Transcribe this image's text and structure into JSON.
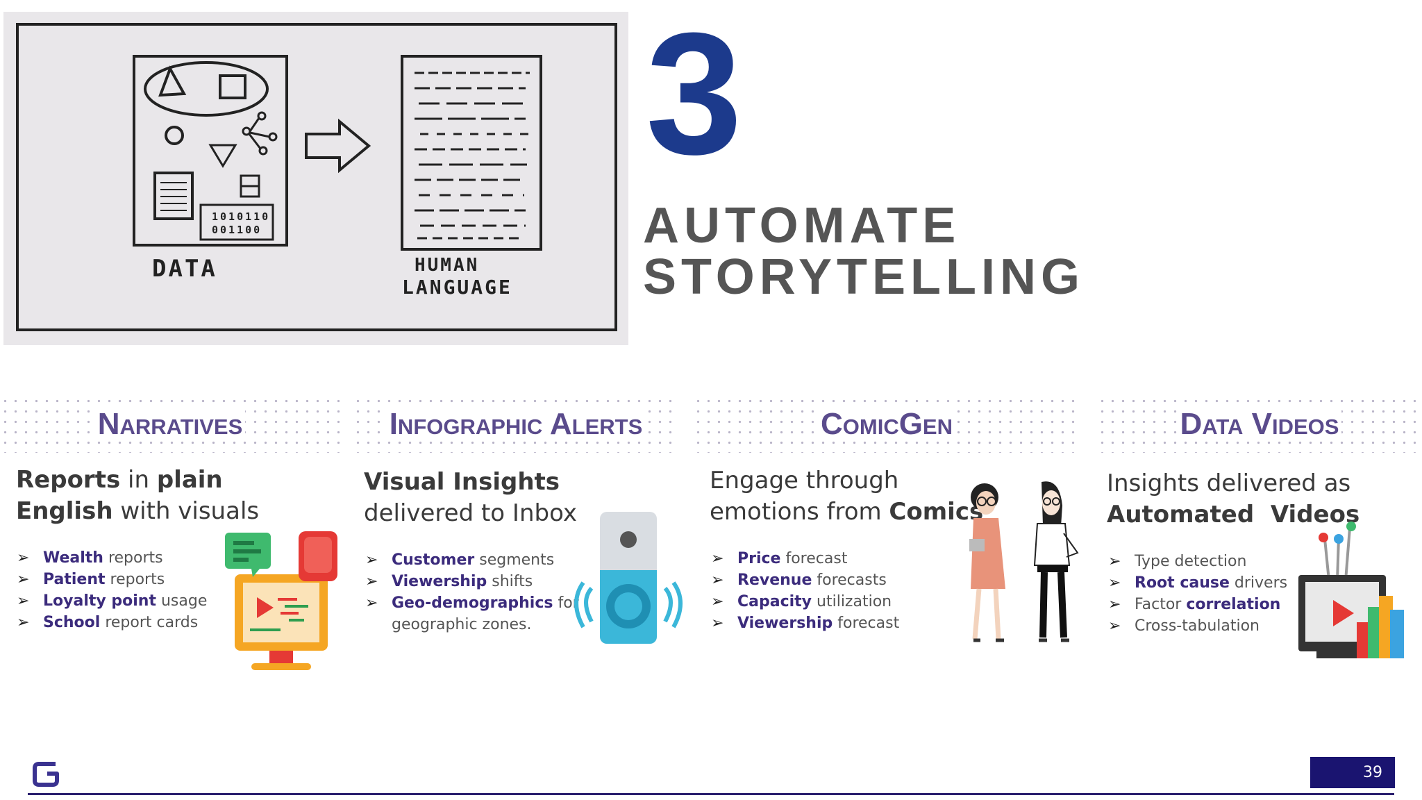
{
  "sketch": {
    "data_label": "DATA",
    "binary_top": "1010110",
    "binary_bottom": "001100",
    "human_label_line1": "HUMAN",
    "human_label_line2": "LANGUAGE"
  },
  "hero": {
    "number": "3",
    "title_line1": "AUTOMATE",
    "title_line2": "STORYTELLING"
  },
  "columns": [
    {
      "header": "Narratives",
      "lead_bold1": "Reports",
      "lead_text1": " in ",
      "lead_bold2": "plain",
      "lead_bold3": "English",
      "lead_text2": " with visuals",
      "items": [
        {
          "bold": "Wealth",
          "rest": " reports"
        },
        {
          "bold": "Patient",
          "rest": " reports"
        },
        {
          "bold": "Loyalty point",
          "rest": " usage"
        },
        {
          "bold": "School",
          "rest": " report cards"
        }
      ]
    },
    {
      "header": "Infographic Alerts",
      "lead_bold1": "Visual Insights",
      "lead_text2": "delivered to Inbox",
      "items": [
        {
          "bold": "Customer",
          "rest": " segments"
        },
        {
          "bold": "Viewership",
          "rest": " shifts"
        },
        {
          "bold": "Geo-demographics",
          "rest": " for",
          "sub": "geographic zones."
        }
      ]
    },
    {
      "header": "ComicGen",
      "lead_text1": "Engage through",
      "lead_text2": "emotions from ",
      "lead_bold2": "Comics",
      "items": [
        {
          "bold": "Price",
          "rest": " forecast"
        },
        {
          "bold": "Revenue",
          "rest": " forecasts"
        },
        {
          "bold": "Capacity",
          "rest": " utilization"
        },
        {
          "bold": "Viewership",
          "rest": " forecast"
        }
      ]
    },
    {
      "header": "Data Videos",
      "lead_text1": "Insights delivered as",
      "lead_bold2": "Automated  Videos",
      "items": [
        {
          "bold": "",
          "rest": "Type detection"
        },
        {
          "bold": "Root cause",
          "rest": " drivers"
        },
        {
          "bold": "",
          "rest": "Factor ",
          "bold2": "correlation"
        },
        {
          "bold": "",
          "rest": "Cross-tabulation"
        }
      ]
    }
  ],
  "footer": {
    "page_number": "39",
    "accent_color": "#1a1470"
  },
  "colors": {
    "number": "#1c3a8c",
    "title": "#555555",
    "header": "#5a4b8c",
    "bold_item": "#3b2b7c"
  }
}
